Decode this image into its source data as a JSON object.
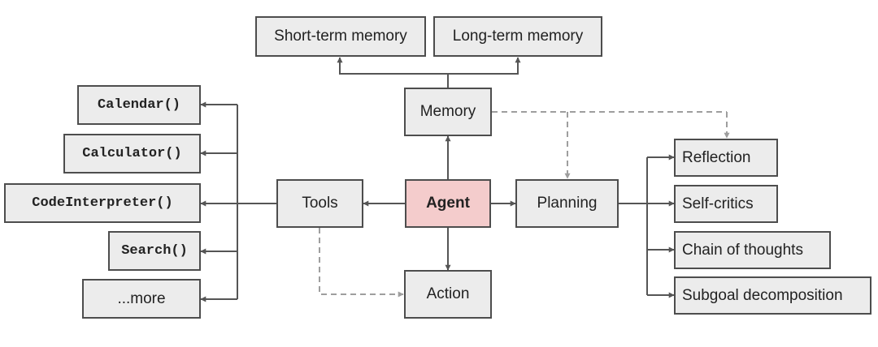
{
  "nodes": {
    "short_term_memory": "Short-term memory",
    "long_term_memory": "Long-term memory",
    "memory": "Memory",
    "agent": "Agent",
    "tools": "Tools",
    "planning": "Planning",
    "action": "Action",
    "calendar": "Calendar()",
    "calculator": "Calculator()",
    "code_interpreter": "CodeInterpreter()",
    "search": "Search()",
    "more": "...more",
    "reflection": "Reflection",
    "self_critics": "Self-critics",
    "chain_of_thoughts": "Chain of thoughts",
    "subgoal_decomposition": "Subgoal decomposition"
  },
  "colors": {
    "box_fill": "#ececec",
    "agent_fill": "#f4cccc",
    "border": "#4d4d4d",
    "solid_arrow": "#555555",
    "dashed_arrow": "#9e9e9e"
  }
}
